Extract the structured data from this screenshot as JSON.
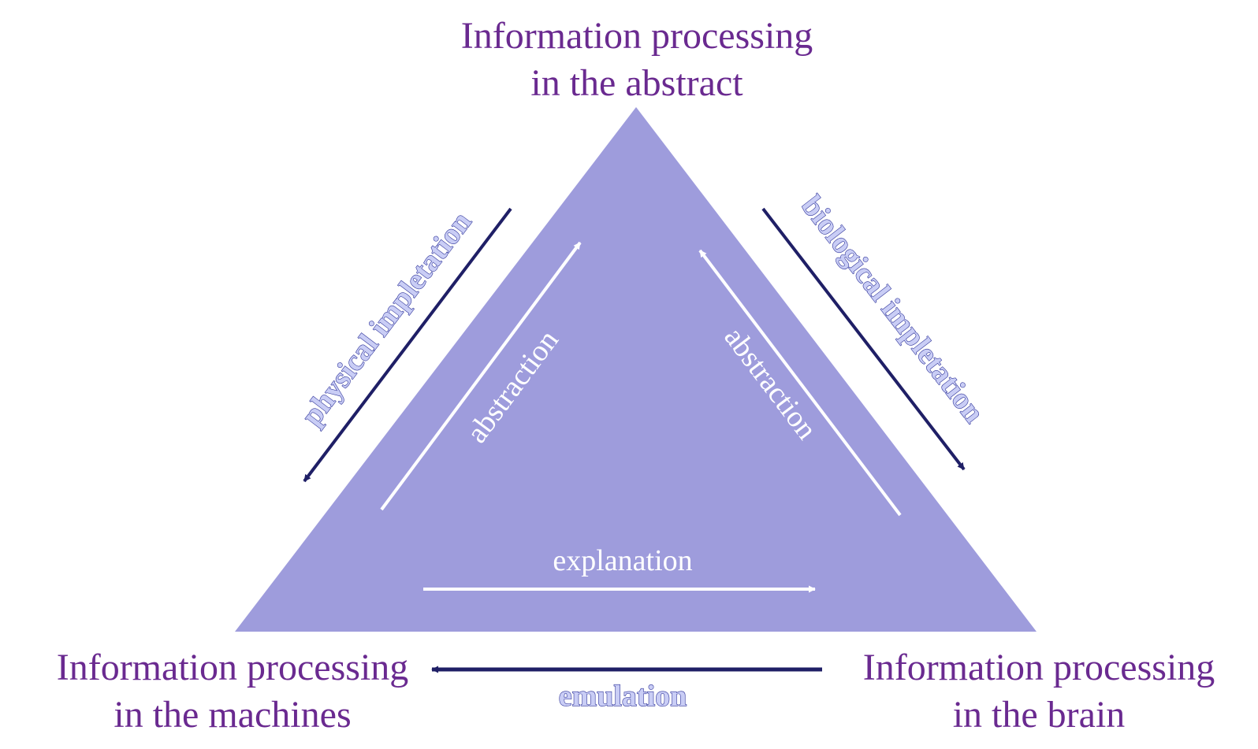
{
  "nodes": {
    "top": {
      "line1": "Information processing",
      "line2": "in the abstract"
    },
    "left": {
      "line1": "Information processing",
      "line2": "in the machines"
    },
    "right": {
      "line1": "Information processing",
      "line2": "in the brain"
    }
  },
  "edges": {
    "physical_implementation": {
      "label": "physical impletation",
      "direction": "abstract-to-machines"
    },
    "biological_implementation": {
      "label": "biological impletation",
      "direction": "abstract-to-brain"
    },
    "abstraction_left": {
      "label": "abstraction",
      "direction": "machines-to-abstract"
    },
    "abstraction_right": {
      "label": "abstraction",
      "direction": "brain-to-abstract"
    },
    "explanation": {
      "label": "explanation",
      "direction": "machines-to-brain"
    },
    "emulation": {
      "label": "emulation",
      "direction": "brain-to-machines"
    }
  },
  "colors": {
    "node_text": "#6a2a90",
    "triangle_fill": "#9e9cdc",
    "outer_arrow": "#1f1f66",
    "outer_label": "#2e3399",
    "outer_label_stroke": "#c9cdf5",
    "inner_arrow": "#ffffff"
  }
}
